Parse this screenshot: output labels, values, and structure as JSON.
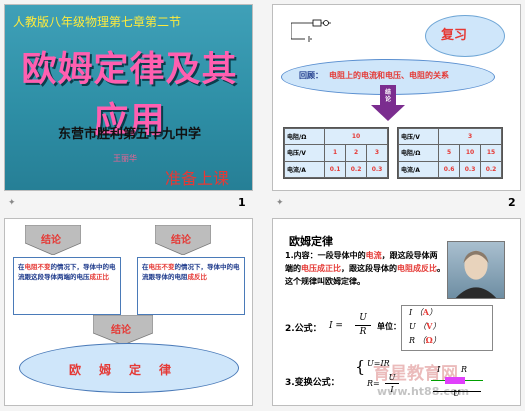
{
  "slide1": {
    "grade": "人教版八年级物理第七章第二节",
    "title": "欧姆定律及其应用",
    "school": "东营市胜利第五十九中学",
    "teacher": "王丽华",
    "ready": "准备上课",
    "page": "1"
  },
  "slide2": {
    "cloud": "复习",
    "review_label": "回顾：",
    "review_text": "电阻上的电流和电压、电阻的关系",
    "arrow_text": "结论",
    "left_table": [
      [
        "电阻/Ω",
        "10"
      ],
      [
        "电压/V",
        "1",
        "2",
        "3"
      ],
      [
        "电流/A",
        "0.1",
        "0.2",
        "0.3"
      ]
    ],
    "right_table": [
      [
        "电压/V",
        "3"
      ],
      [
        "电阻/Ω",
        "5",
        "10",
        "15"
      ],
      [
        "电流/A",
        "0.6",
        "0.3",
        "0.2"
      ]
    ],
    "page": "2"
  },
  "slide3": {
    "label_left": "结论",
    "label_right": "结论",
    "label_bottom": "结论",
    "left_text_a": "在",
    "left_text_b": "电阻不变",
    "left_text_c": "的情况下，导体中的电流跟这段导体两端的电压",
    "left_text_d": "成正比",
    "right_text_a": "在",
    "right_text_b": "电压不变",
    "right_text_c": "的情况下，导体中的电流跟导体的电阻",
    "right_text_d": "成反比",
    "final": "欧姆定律"
  },
  "slide4": {
    "title": "欧姆定律",
    "content_label": "1.内容：",
    "content_a": "一段导体中的",
    "content_b": "电流",
    "content_c": "，跟这段导体两端的",
    "content_d": "电压成正比",
    "content_e": "，跟这段导体的",
    "content_f": "电阻成反比",
    "content_g": "。这个规律叫欧姆定律。",
    "formula_label": "2.公式：",
    "formula_lhs": "I =",
    "formula_num": "U",
    "formula_den": "R",
    "unit_label": "单位：",
    "units": [
      {
        "q": "I",
        "sym": "A"
      },
      {
        "q": "U",
        "sym": "V"
      },
      {
        "q": "R",
        "sym": "Ω"
      }
    ],
    "variant_label": "3.变换公式：",
    "variant_1": "U=IR",
    "variant_2": "R=",
    "variant_num": "U",
    "variant_den": "I",
    "circuit_i": "I",
    "circuit_r": "R",
    "circuit_u": "U",
    "watermark": "育星教育网",
    "watermark2": "www.ht88.com"
  }
}
